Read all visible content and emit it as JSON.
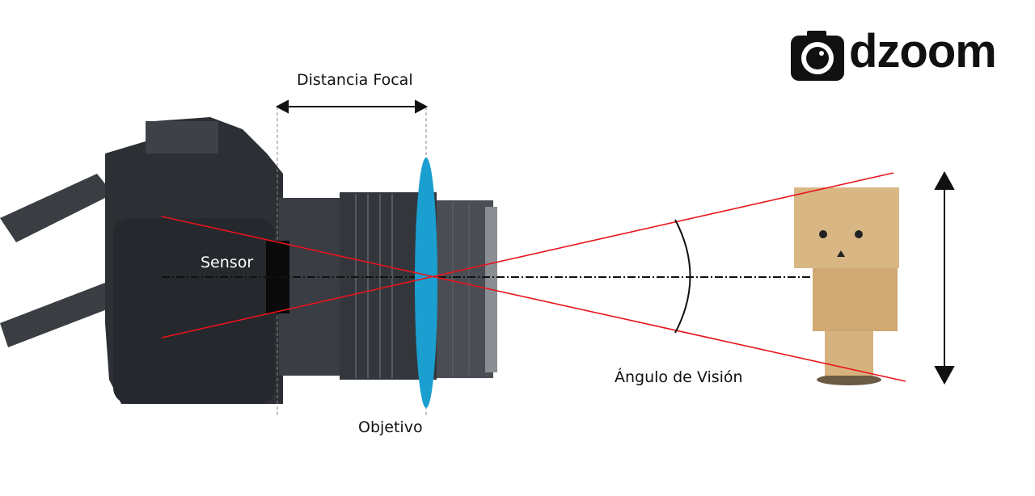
{
  "logo": {
    "text": "dzoom"
  },
  "labels": {
    "focal_distance": "Distancia Focal",
    "sensor": "Sensor",
    "lens": "Objetivo",
    "angle_of_view": "Ángulo de Visión"
  },
  "colors": {
    "rays": "#e8141c",
    "lens": "#1a9fd0",
    "sensor": "#0a0a0a"
  }
}
